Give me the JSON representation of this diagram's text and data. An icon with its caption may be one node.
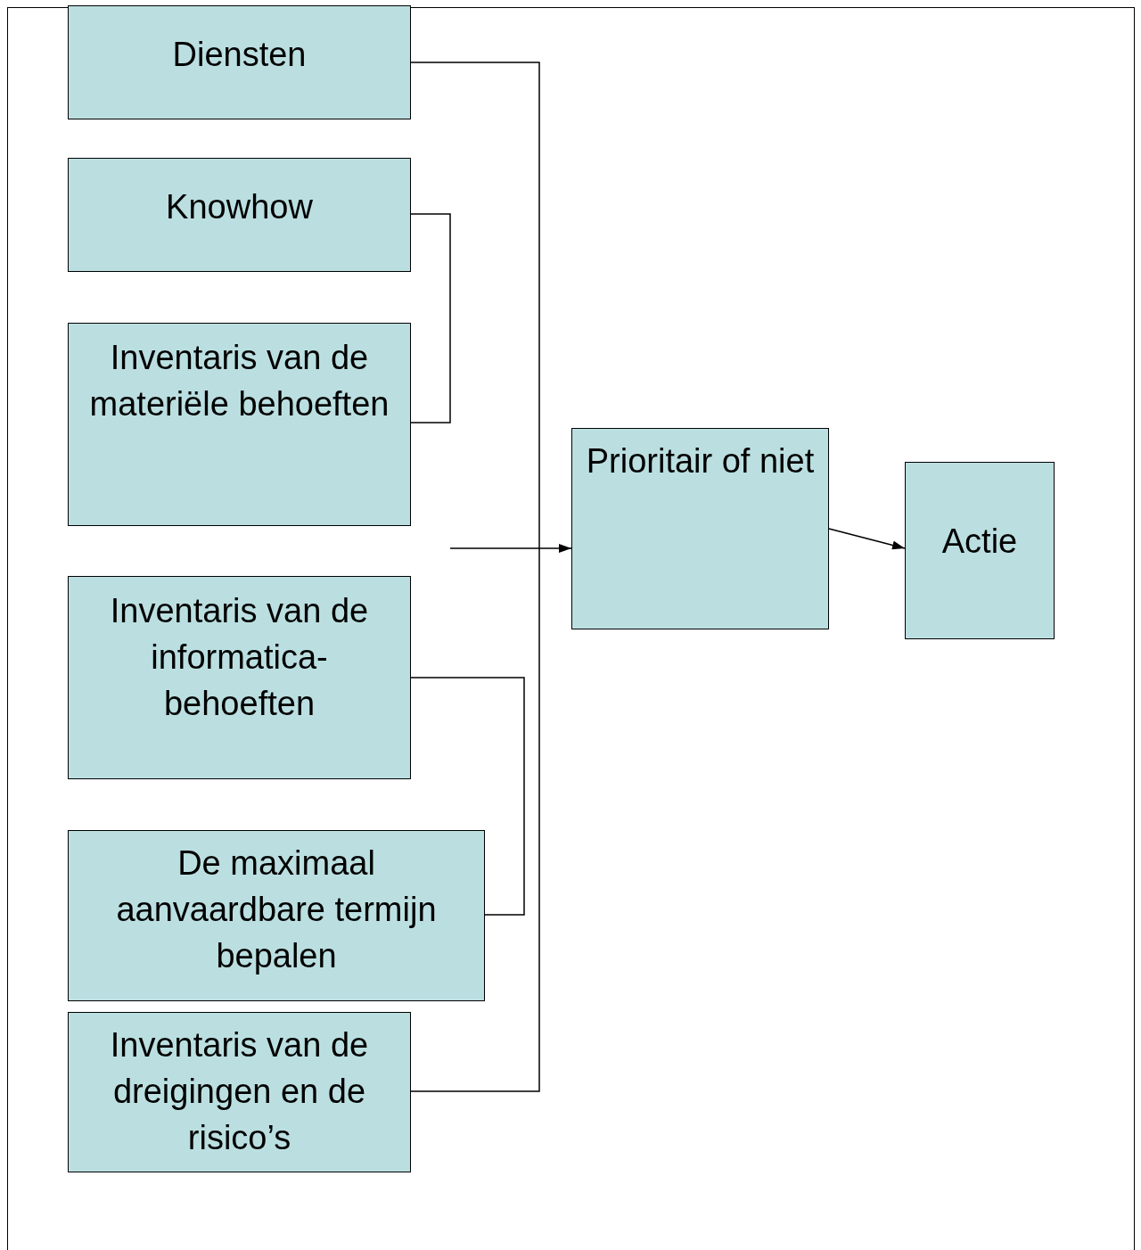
{
  "diagram": {
    "nodes": [
      {
        "text": [
          "Diensten"
        ]
      },
      {
        "text": [
          "Knowhow"
        ]
      },
      {
        "text": [
          "Inventaris van de materiële behoeften"
        ]
      },
      {
        "text": [
          "Inventaris van de informatica- behoeften"
        ]
      },
      {
        "text": [
          "De maximaal aanvaardbare termijn bepalen"
        ]
      },
      {
        "text": [
          "Inventaris van de dreigingen en de risico’s"
        ]
      },
      {
        "text": [
          "Prioritair of niet"
        ]
      },
      {
        "text": [
          "Actie"
        ]
      }
    ],
    "edges": [
      {
        "from": 0,
        "to": 5,
        "arrow": "none"
      },
      {
        "from": 1,
        "to": 2,
        "arrow": "none"
      },
      {
        "from": 3,
        "to": 4,
        "arrow": "none"
      },
      {
        "from": null,
        "to": 6,
        "arrow": "to"
      },
      {
        "from": 6,
        "to": 7,
        "arrow": "to"
      }
    ]
  }
}
